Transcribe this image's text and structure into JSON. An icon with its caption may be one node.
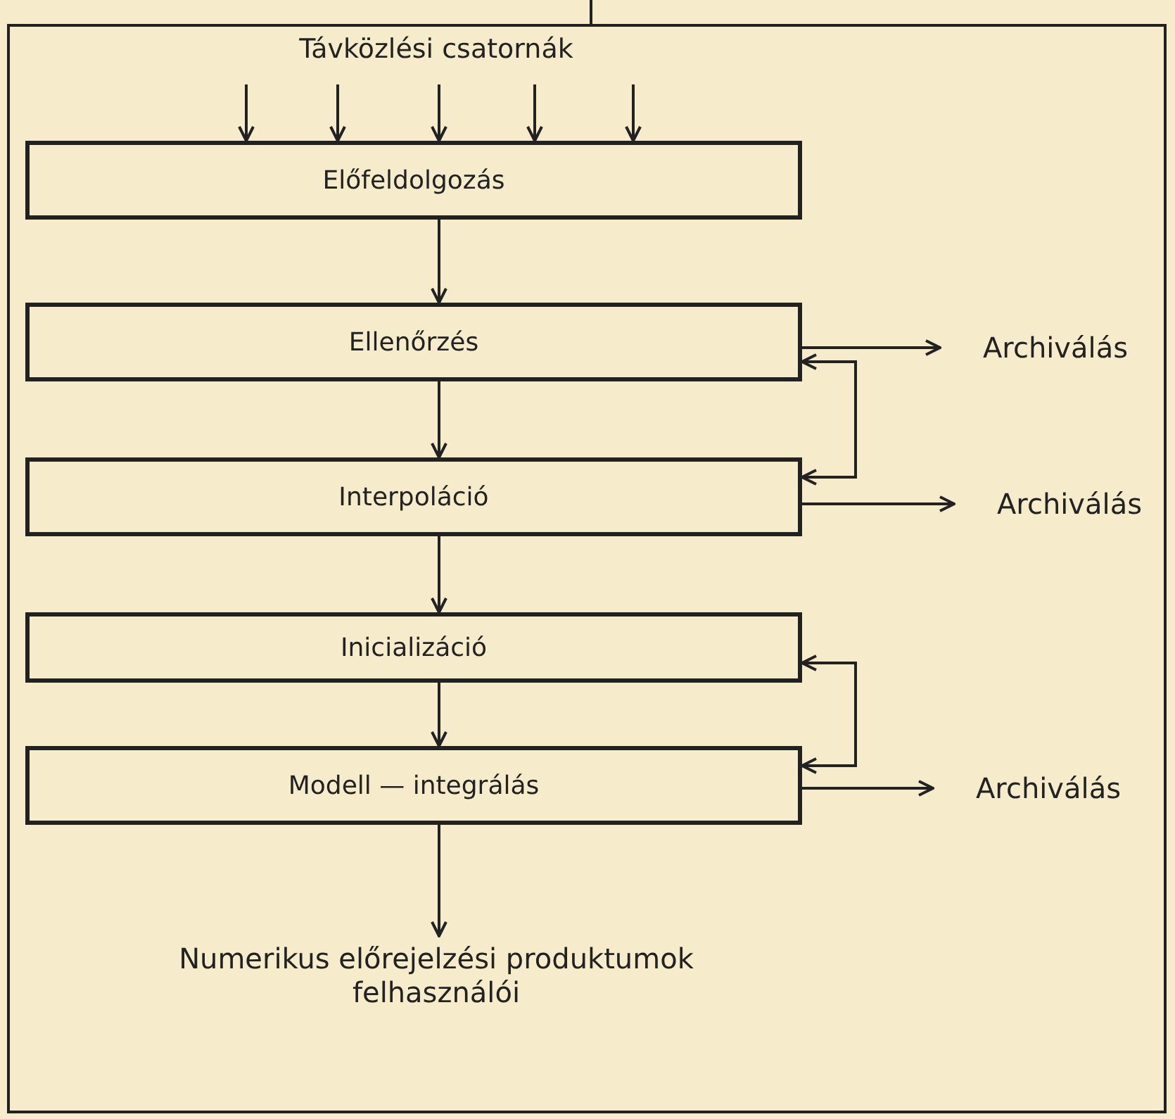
{
  "diagram": {
    "nodes": [
      {
        "text": [
          "Előfeldolgozás"
        ]
      },
      {
        "text": [
          "Ellenőrzés"
        ]
      },
      {
        "text": [
          "Interpoláció"
        ]
      },
      {
        "text": [
          "Inicializáció"
        ]
      },
      {
        "text": [
          "Modell — integrálás"
        ]
      },
      {
        "text": [
          "Archiválás"
        ]
      },
      {
        "text": [
          "Archiválás"
        ]
      },
      {
        "text": [
          "Archiválás"
        ]
      },
      {
        "text": [
          "Numerikus előrejelzési produktumok felhasználói"
        ]
      }
    ],
    "edges": [
      {
        "from": null,
        "to": 0,
        "arrow": "to"
      },
      {
        "from": null,
        "to": 0,
        "arrow": "to"
      },
      {
        "from": null,
        "to": 0,
        "arrow": "to"
      },
      {
        "from": null,
        "to": 0,
        "arrow": "to"
      },
      {
        "from": null,
        "to": 0,
        "arrow": "to"
      },
      {
        "from": 0,
        "to": 1,
        "arrow": "to"
      },
      {
        "from": 1,
        "to": 2,
        "arrow": "to"
      },
      {
        "from": 2,
        "to": 3,
        "arrow": "to"
      },
      {
        "from": 3,
        "to": 4,
        "arrow": "to"
      },
      {
        "from": 4,
        "to": 8,
        "arrow": "to"
      },
      {
        "from": 1,
        "to": 5,
        "arrow": "to"
      },
      {
        "from": 1,
        "to": 2,
        "arrow": "both"
      },
      {
        "from": 2,
        "to": 6,
        "arrow": "to"
      },
      {
        "from": 3,
        "to": 4,
        "arrow": "both"
      },
      {
        "from": 4,
        "to": 7,
        "arrow": "to"
      }
    ],
    "labels": [
      "Távközlési csatornák"
    ]
  }
}
